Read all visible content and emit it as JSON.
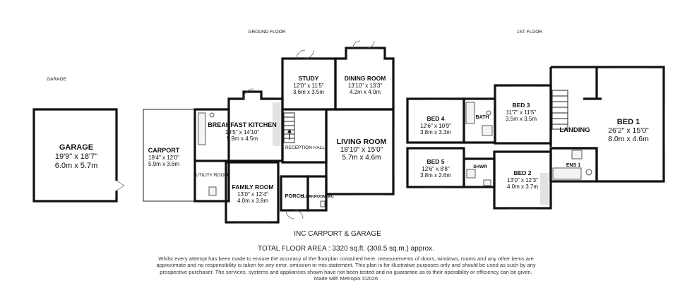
{
  "floor_labels": {
    "ground": "GROUND FLOOR",
    "first": "1ST FLOOR",
    "garage": "GARAGE"
  },
  "rooms": {
    "garage": {
      "name": "GARAGE",
      "imperial": "19'9\" x 18'7\"",
      "metric": "6.0m  x 5.7m"
    },
    "carport": {
      "name": "CARPORT",
      "imperial": "19'4\" x 12'0\"",
      "metric": "5.9m  x 3.6m"
    },
    "utility": {
      "name": "UTILITY ROOM"
    },
    "breakfast_kitchen": {
      "name": "BREAKFAST KITCHEN",
      "imperial": "19'5\" x 14'10\"",
      "metric": "5.9m  x 4.5m"
    },
    "family_room": {
      "name": "FAMILY ROOM",
      "imperial": "13'0\" x 12'4\"",
      "metric": "4.0m  x 3.8m"
    },
    "study": {
      "name": "STUDY",
      "imperial": "12'0\" x 11'5\"",
      "metric": "3.6m  x 3.5m"
    },
    "dining_room": {
      "name": "DINING ROOM",
      "imperial": "13'10\" x 13'3\"",
      "metric": "4.2m  x 4.0m"
    },
    "reception_hall": {
      "name": "RECEPTION HALL"
    },
    "living_room": {
      "name": "LIVING ROOM",
      "imperial": "18'10\" x 15'0\"",
      "metric": "5.7m  x 4.6m"
    },
    "porch": {
      "name": "PORCH"
    },
    "cloakroom": {
      "name": "CLOAKROOM/WC"
    },
    "bed4": {
      "name": "BED 4",
      "imperial": "12'6\" x 10'9\"",
      "metric": "3.8m  x 3.3m"
    },
    "bath": {
      "name": "BATH"
    },
    "bed3": {
      "name": "BED 3",
      "imperial": "11'7\" x 11'5\"",
      "metric": "3.5m  x 3.5m"
    },
    "landing": {
      "name": "LANDING"
    },
    "bed1": {
      "name": "BED 1",
      "imperial": "26'2\" x 15'0\"",
      "metric": "8.0m  x 4.6m"
    },
    "bed5": {
      "name": "BED 5",
      "imperial": "12'6\" x 8'8\"",
      "metric": "3.8m  x 2.6m"
    },
    "shwr": {
      "name": "SHWR"
    },
    "bed2": {
      "name": "BED 2",
      "imperial": "13'0\" x 12'3\"",
      "metric": "4.0m  x 3.7m"
    },
    "ens1": {
      "name": "ENS 1"
    }
  },
  "footer": {
    "inc": "INC CARPORT & GARAGE",
    "total": "TOTAL FLOOR AREA : 3320 sq.ft. (308.5 sq.m.) approx.",
    "disclaimer": "Whilst every attempt has been made to ensure the accuracy of the floorplan contained here, measurements of doors, windows, rooms and any other items are approximate and no responsibility is taken for any error, omission or mis-statement. This plan is for illustrative purposes only and should be used as such by any prospective purchaser. The services, systems and appliances shown have not been tested and no guarantee as to their operability or efficiency can be given.",
    "credit": "Made with Metropix ©2026"
  }
}
